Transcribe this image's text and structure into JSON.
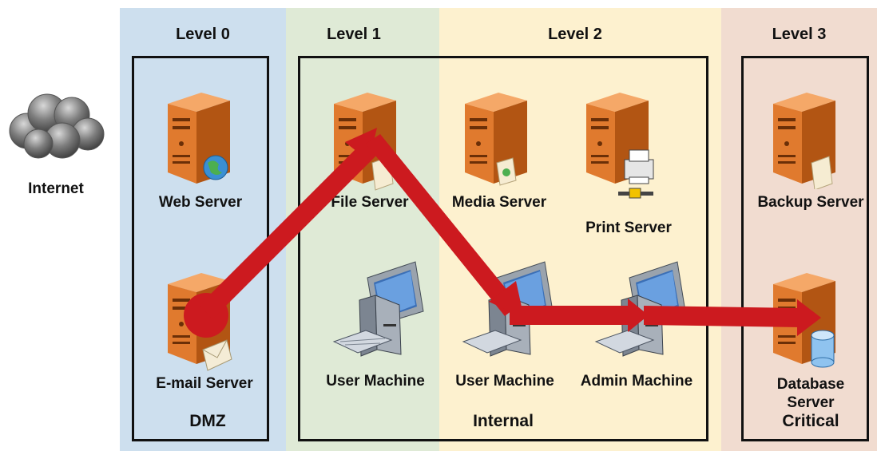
{
  "levels": [
    {
      "label": "Level 0",
      "color": "#cddfee"
    },
    {
      "label": "Level 1",
      "color": "#dfead6"
    },
    {
      "label": "Level 2",
      "color": "#fdf1cf"
    },
    {
      "label": "Level 3",
      "color": "#f1dcd0"
    }
  ],
  "zones": {
    "dmz": "DMZ",
    "internal": "Internal",
    "critical": "Critical"
  },
  "internet_label": "Internet",
  "nodes": {
    "web_server": "Web Server",
    "email_server": "E-mail Server",
    "file_server": "File Server",
    "user_machine_1": "User Machine",
    "media_server": "Media Server",
    "print_server": "Print Server",
    "user_machine_2": "User Machine",
    "admin_machine": "Admin Machine",
    "backup_server": "Backup Server",
    "database_server": "Database\nServer"
  },
  "colors": {
    "attack_path": "#cc1a1f",
    "server_orange": "#e07a2e",
    "monitor_blue": "#3b6fb6"
  }
}
